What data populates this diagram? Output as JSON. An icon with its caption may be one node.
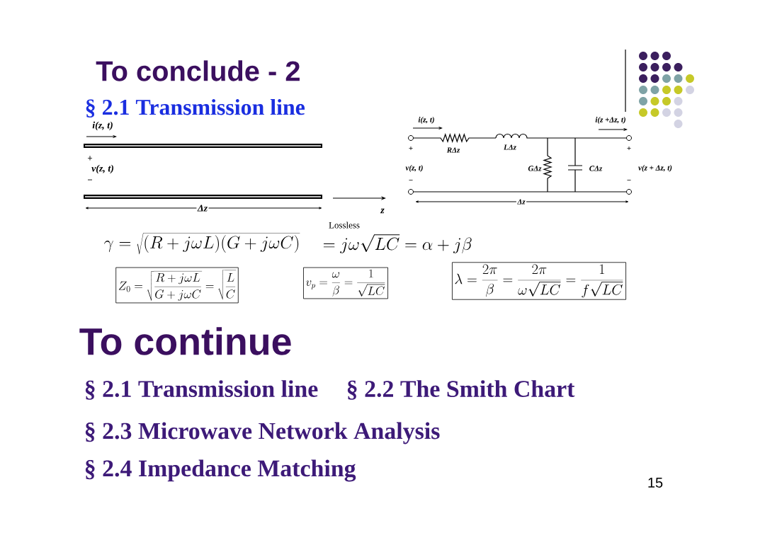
{
  "diagram": {
    "title": "To conclude - 2",
    "nodes": [
      {
        "text": [
          "Z_0=\\sqrt{\\frac{R+j\\omega L}{G+j\\omega C}}=\\sqrt{\\frac{L}{C}}"
        ]
      },
      {
        "text": [
          "v_p=\\frac{\\omega}{\\beta}=\\frac{1}{\\sqrt{LC}}"
        ]
      },
      {
        "text": [
          "\\lambda=\\frac{2\\pi}{\\beta}=\\frac{2\\pi}{\\omega\\sqrt{LC}}=\\frac{1}{f\\sqrt{LC}}"
        ]
      }
    ],
    "labels": [
      "§ 2.1 Transmission line",
      "i(z, t)",
      "i(z, t)",
      "i(z +Δz, t)",
      "+",
      "RΔz",
      "LΔz",
      "+",
      "+",
      "v(z, t)",
      "v(z, t)",
      "GΔz",
      "CΔz",
      "v(z + Δz, t)",
      "−",
      "−",
      "−",
      "Δz",
      "z",
      "Δz",
      "Lossless",
      "\\gamma=\\sqrt{(R+j\\omega L)(G+j\\omega C)}",
      "=j\\omega\\sqrt{LC}=\\alpha+j\\beta",
      "To continue",
      "§ 2.1 Transmission line",
      "§ 2.2 The Smith Chart",
      "§ 2.3 Microwave Network Analysis",
      "§ 2.4 Impedance  Matching",
      "15"
    ]
  }
}
